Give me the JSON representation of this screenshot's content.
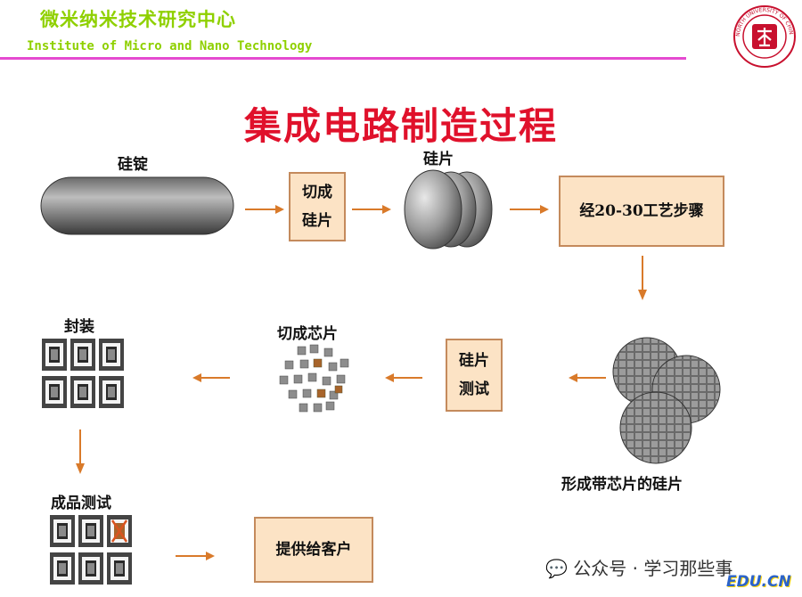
{
  "header": {
    "org_cn": "微米纳米技术研究中心",
    "org_en": "Institute of Micro and Nano Technology",
    "logo_label": "NORTH UNIVERSITY OF CHINA",
    "accent_color": "#8fd000",
    "line_color": "#e54ad0"
  },
  "title": "集成电路制造过程",
  "steps": {
    "ingot": "硅锭",
    "cut_wafer_1": "切成",
    "cut_wafer_2": "硅片",
    "wafer": "硅片",
    "process": "经20-30工艺步骤",
    "patterned_wafer": "形成带芯片的硅片",
    "wafer_test_1": "硅片",
    "wafer_test_2": "测试",
    "dicing": "切成芯片",
    "packaging": "封装",
    "final_test": "成品测试",
    "deliver": "提供给客户"
  },
  "watermark": {
    "wechat": "公众号 · 学习那些事",
    "site": "EDU.CN"
  }
}
